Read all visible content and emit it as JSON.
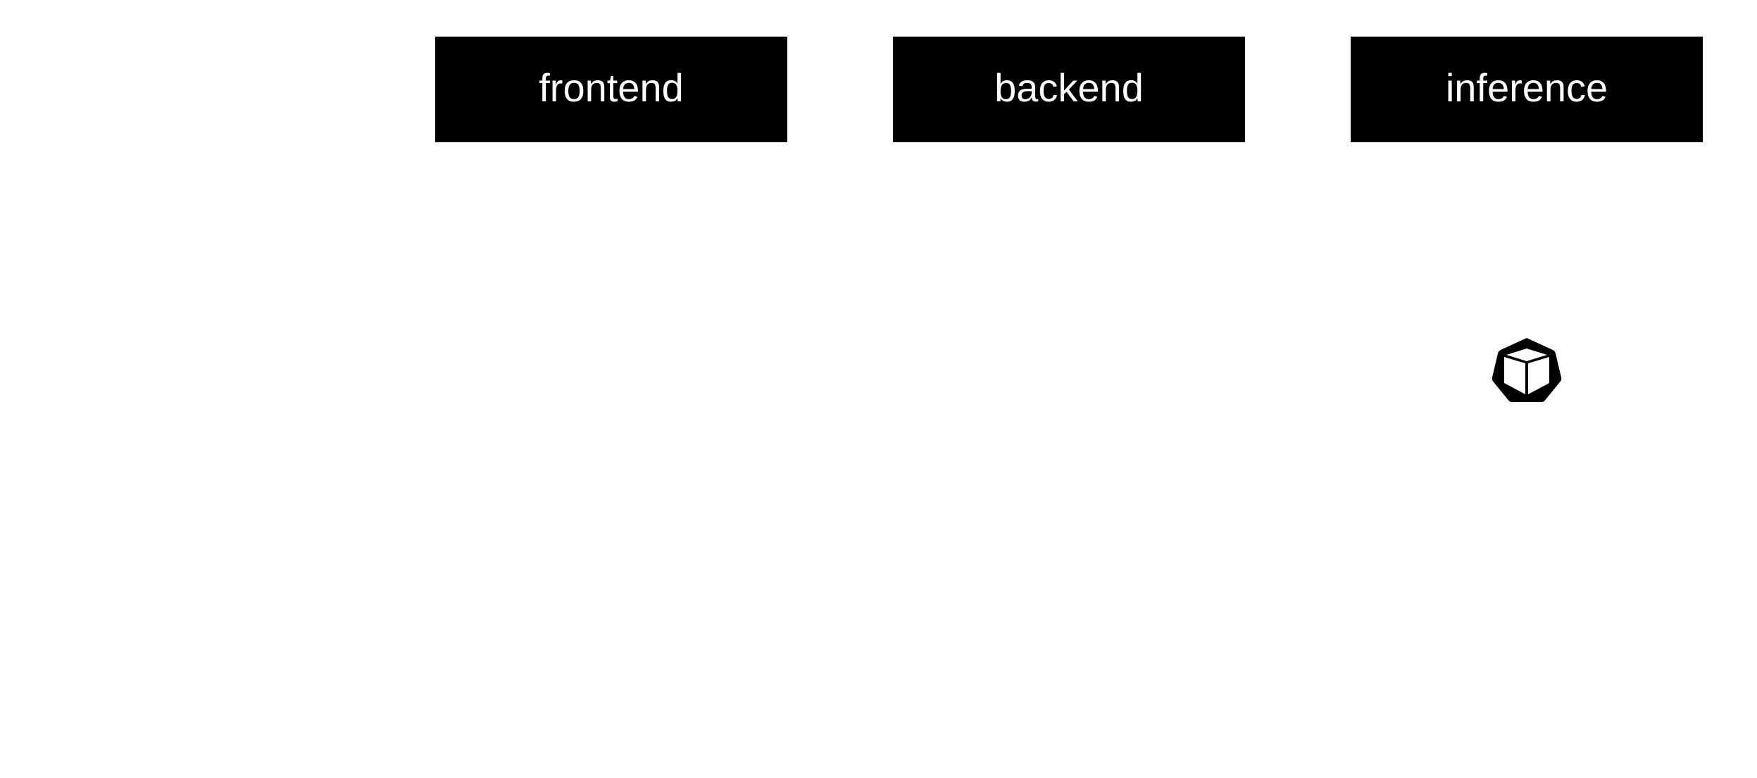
{
  "diagram": {
    "services": [
      {
        "label": "frontend"
      },
      {
        "label": "backend"
      },
      {
        "label": "inference"
      }
    ],
    "icons": {
      "pod": "kubernetes-pod-icon"
    },
    "colors": {
      "box_fill": "#000000",
      "box_text": "#ffffff",
      "background": "#ffffff"
    }
  }
}
